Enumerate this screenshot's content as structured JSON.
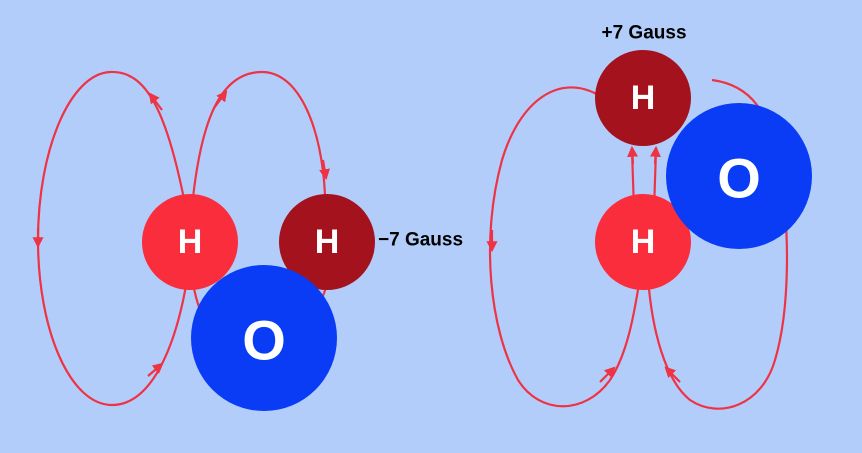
{
  "colors": {
    "background": "#b3cdfb",
    "field_line": "#ee3344",
    "hydrogen_up": "#fa2d3c",
    "hydrogen_down": "#a3121d",
    "oxygen": "#0a3cf5"
  },
  "molecules": [
    {
      "atoms": [
        {
          "element": "H",
          "spin": "up"
        },
        {
          "element": "H",
          "spin": "down"
        },
        {
          "element": "O"
        }
      ],
      "field_label": "−7 Gauss"
    },
    {
      "atoms": [
        {
          "element": "H",
          "spin": "down"
        },
        {
          "element": "H",
          "spin": "up"
        },
        {
          "element": "O"
        }
      ],
      "field_label": "+7 Gauss"
    }
  ]
}
